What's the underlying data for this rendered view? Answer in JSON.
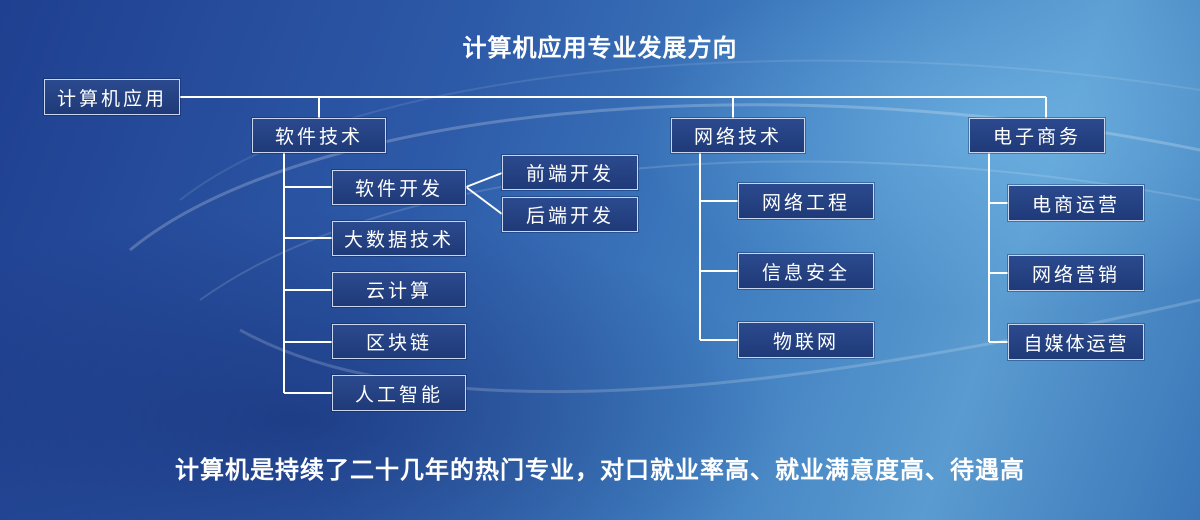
{
  "title": "计算机应用专业发展方向",
  "root": {
    "label": "计算机应用"
  },
  "branches": [
    {
      "label": "软件技术",
      "children": [
        {
          "label": "软件开发",
          "children": [
            {
              "label": "前端开发"
            },
            {
              "label": "后端开发"
            }
          ]
        },
        {
          "label": "大数据技术"
        },
        {
          "label": "云计算"
        },
        {
          "label": "区块链"
        },
        {
          "label": "人工智能"
        }
      ]
    },
    {
      "label": "网络技术",
      "children": [
        {
          "label": "网络工程"
        },
        {
          "label": "信息安全"
        },
        {
          "label": "物联网"
        }
      ]
    },
    {
      "label": "电子商务",
      "children": [
        {
          "label": "电商运营"
        },
        {
          "label": "网络营销"
        },
        {
          "label": "自媒体运营"
        }
      ]
    }
  ],
  "footer": "计算机是持续了二十几年的热门专业，对口就业率高、就业满意度高、待遇高",
  "colors": {
    "line": "#ffffff",
    "node_fill": "#24417f",
    "node_border": "#c9d6ee"
  }
}
